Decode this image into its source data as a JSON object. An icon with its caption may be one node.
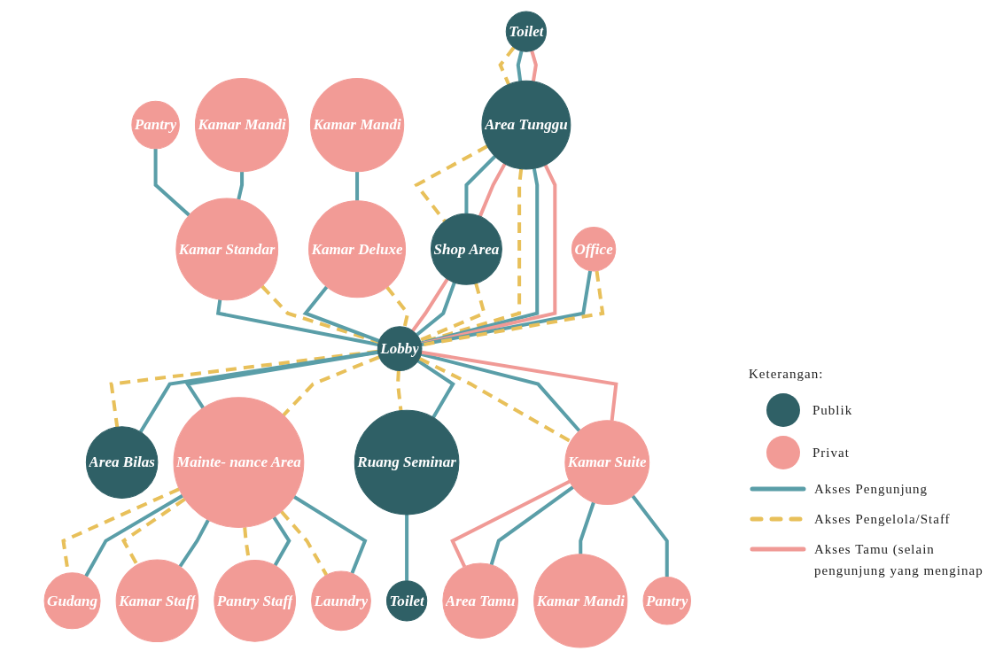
{
  "diagram": {
    "nodes": [
      {
        "text": [
          "Pantry"
        ]
      },
      {
        "text": [
          "Kamar Mandi"
        ]
      },
      {
        "text": [
          "Kamar Standar"
        ]
      },
      {
        "text": [
          "Toilet"
        ]
      },
      {
        "text": [
          "Kamar Mandi"
        ]
      },
      {
        "text": [
          "Shop Area"
        ]
      },
      {
        "text": [
          "Kamar Deluxe"
        ]
      },
      {
        "text": [
          "Area Tunggu"
        ]
      },
      {
        "text": [
          "Office"
        ]
      },
      {
        "text": [
          "Lobby"
        ]
      },
      {
        "text": [
          "Area Bilas"
        ]
      },
      {
        "text": [
          "Gudang"
        ]
      },
      {
        "text": [
          "Mainte- nance Area"
        ]
      },
      {
        "text": [
          "Area Tamu"
        ]
      },
      {
        "text": [
          "Kamar Suite"
        ]
      },
      {
        "text": [
          "Ruang Seminar"
        ]
      },
      {
        "text": [
          "Kamar Staff"
        ]
      },
      {
        "text": [
          "Kamar Mandi"
        ]
      },
      {
        "text": [
          "Laundry"
        ]
      },
      {
        "text": [
          "Pantry Staff"
        ]
      },
      {
        "text": [
          "Toilet"
        ]
      },
      {
        "text": [
          "Pantry"
        ]
      }
    ],
    "edges": [
      {
        "from": 0,
        "to": 2,
        "arrow": "none"
      },
      {
        "from": 1,
        "to": 2,
        "arrow": "none"
      },
      {
        "from": 2,
        "to": 9,
        "arrow": "none"
      },
      {
        "from": 2,
        "to": 9,
        "arrow": "none",
        "style": "dashed",
        "color": "#e8c05a"
      },
      {
        "from": 6,
        "to": 9,
        "arrow": "none"
      },
      {
        "from": 6,
        "to": 9,
        "arrow": "none",
        "style": "dashed",
        "color": "#e8c05a"
      },
      {
        "from": 4,
        "to": 6,
        "arrow": "none"
      },
      {
        "from": 3,
        "to": 7,
        "arrow": "none",
        "style": "dashed",
        "color": "#e8c05a"
      },
      {
        "from": 3,
        "to": 7,
        "arrow": "none"
      },
      {
        "from": 3,
        "to": 7,
        "arrow": "none",
        "color": "#f09a96"
      },
      {
        "from": 7,
        "to": 5,
        "arrow": "none",
        "style": "dashed",
        "color": "#e8c05a"
      },
      {
        "from": 7,
        "to": 5,
        "arrow": "none"
      },
      {
        "from": 7,
        "to": 5,
        "arrow": "none",
        "color": "#f09a96"
      },
      {
        "from": 5,
        "to": 9,
        "arrow": "none",
        "color": "#f09a96"
      },
      {
        "from": 5,
        "to": 9,
        "arrow": "none"
      },
      {
        "from": 5,
        "to": 9,
        "arrow": "none",
        "style": "dashed",
        "color": "#e8c05a"
      },
      {
        "from": 7,
        "to": 9,
        "arrow": "none",
        "style": "dashed",
        "color": "#e8c05a"
      },
      {
        "from": 7,
        "to": 9,
        "arrow": "none"
      },
      {
        "from": 7,
        "to": 9,
        "arrow": "none",
        "color": "#f09a96"
      },
      {
        "from": 8,
        "to": 9,
        "arrow": "none"
      },
      {
        "from": 8,
        "to": 9,
        "arrow": "none",
        "style": "dashed",
        "color": "#e8c05a"
      },
      {
        "from": 9,
        "to": 10,
        "arrow": "none",
        "style": "dashed",
        "color": "#e8c05a"
      },
      {
        "from": 9,
        "to": 10,
        "arrow": "none"
      },
      {
        "from": 9,
        "to": 12,
        "arrow": "none"
      },
      {
        "from": 9,
        "to": 12,
        "arrow": "none",
        "style": "dashed",
        "color": "#e8c05a"
      },
      {
        "from": 9,
        "to": 15,
        "arrow": "none",
        "style": "dashed",
        "color": "#e8c05a"
      },
      {
        "from": 9,
        "to": 15,
        "arrow": "none"
      },
      {
        "from": 9,
        "to": 14,
        "arrow": "none",
        "style": "dashed",
        "color": "#e8c05a"
      },
      {
        "from": 9,
        "to": 14,
        "arrow": "none"
      },
      {
        "from": 9,
        "to": 14,
        "arrow": "none",
        "color": "#f09a96"
      },
      {
        "from": 14,
        "to": 13,
        "arrow": "none",
        "color": "#f09a96"
      },
      {
        "from": 14,
        "to": 13,
        "arrow": "none"
      },
      {
        "from": 14,
        "to": 17,
        "arrow": "none"
      },
      {
        "from": 14,
        "to": 21,
        "arrow": "none"
      },
      {
        "from": 15,
        "to": 20,
        "arrow": "none"
      },
      {
        "from": 12,
        "to": 11,
        "arrow": "none",
        "style": "dashed",
        "color": "#e8c05a"
      },
      {
        "from": 12,
        "to": 11,
        "arrow": "none"
      },
      {
        "from": 12,
        "to": 16,
        "arrow": "none",
        "style": "dashed",
        "color": "#e8c05a"
      },
      {
        "from": 12,
        "to": 16,
        "arrow": "none"
      },
      {
        "from": 12,
        "to": 19,
        "arrow": "none",
        "style": "dashed",
        "color": "#e8c05a"
      },
      {
        "from": 12,
        "to": 19,
        "arrow": "none"
      },
      {
        "from": 12,
        "to": 18,
        "arrow": "none",
        "style": "dashed",
        "color": "#e8c05a"
      },
      {
        "from": 12,
        "to": 18,
        "arrow": "none"
      }
    ],
    "labels": [
      "Keterangan:"
    ],
    "legend": [
      {
        "text": "Publik",
        "color": "#2f6066"
      },
      {
        "text": "Privat",
        "color": "#f29b96"
      },
      {
        "text": "Akses Pengunjung"
      },
      {
        "text": "Akses Pengelola/Staff"
      },
      {
        "text": "Akses Tamu (selain pengunjung yang menginap"
      }
    ]
  }
}
